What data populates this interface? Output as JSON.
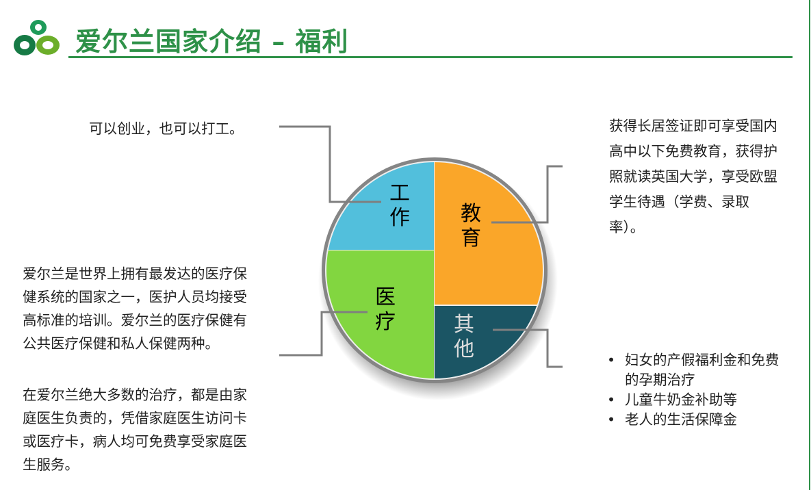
{
  "header": {
    "title": "爱尔兰国家介绍 – 福利"
  },
  "segments": {
    "work": "工作",
    "education": "教育",
    "medical": "医疗",
    "other": "其他"
  },
  "texts": {
    "work": "可以创业，也可以打工。",
    "education": "获得长居签证即可享受国内高中以下免费教育，获得护照就读英国大学，享受欧盟学生待遇（学费、录取率）。",
    "medical_1": "爱尔兰是世界上拥有最发达的医疗保健系统的国家之一，医护人员均接受高标准的培训。爱尔兰的医疗保健有公共医疗保健和私人保健两种。",
    "medical_2": "在爱尔兰绝大多数的治疗，都是由家庭医生负责的，凭借家庭医生访问卡或医疗卡，病人均可免费享受家庭医生服务。",
    "other": [
      "妇女的产假福利金和免费的孕期治疗",
      "儿童牛奶金补助等",
      "老人的生活保障金"
    ]
  },
  "colors": {
    "brand": "#2e9148",
    "work": "#52bfdc",
    "education": "#faa629",
    "medical": "#82d640",
    "other": "#1b5564",
    "connector": "#7f7f7f"
  }
}
